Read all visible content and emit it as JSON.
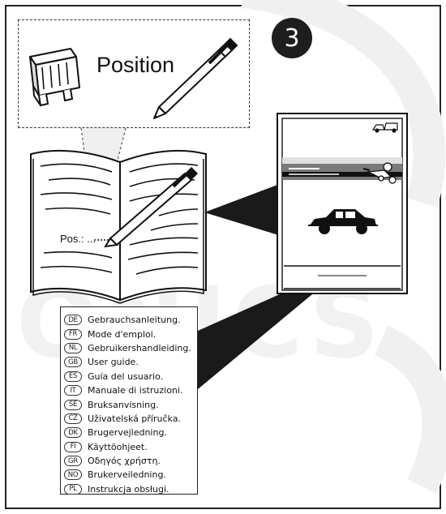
{
  "step_number": "3",
  "callout": {
    "word": "Position"
  },
  "manual": {
    "pos_label": "Pos.: ..."
  },
  "languages": [
    {
      "code": "DE",
      "label": "Gebrauchsanleitung."
    },
    {
      "code": "FR",
      "label": "Mode d'emploi."
    },
    {
      "code": "NL",
      "label": "Gebruikershandleiding."
    },
    {
      "code": "GB",
      "label": "User guide."
    },
    {
      "code": "ES",
      "label": "Guía del usuario."
    },
    {
      "code": "IT",
      "label": "Manuale di istruzioni."
    },
    {
      "code": "SE",
      "label": "Bruksanvisning."
    },
    {
      "code": "CZ",
      "label": "Uživatelská příručka."
    },
    {
      "code": "DK",
      "label": "Brugervejledning."
    },
    {
      "code": "FI",
      "label": "Käyttöohjeet."
    },
    {
      "code": "GR",
      "label": "Οδηγός χρήστη."
    },
    {
      "code": "NO",
      "label": "Brukerveiledning."
    },
    {
      "code": "PL",
      "label": "Instrukcja obsługi."
    }
  ],
  "watermark": "ONICS",
  "colors": {
    "ink": "#1e1e1e",
    "wedge": "#1a1a1a",
    "dash_strip": "#7a7a7a"
  }
}
